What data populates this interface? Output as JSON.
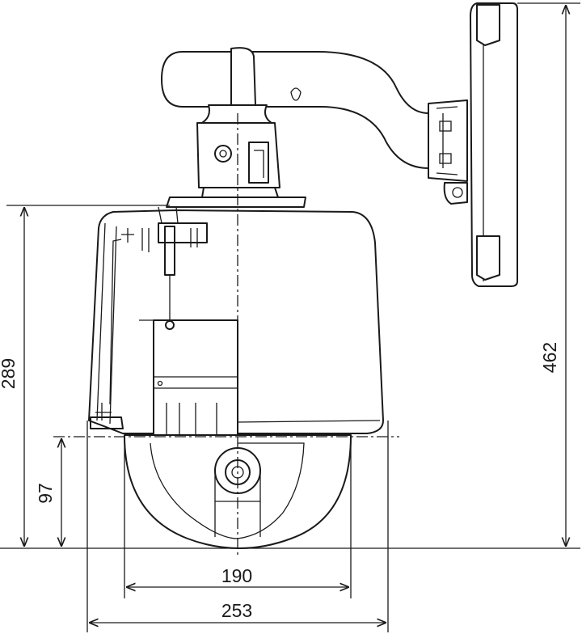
{
  "dimensions": {
    "total_height": "462",
    "housing_height": "289",
    "dome_height": "97",
    "dome_diameter": "190",
    "housing_width": "253"
  }
}
